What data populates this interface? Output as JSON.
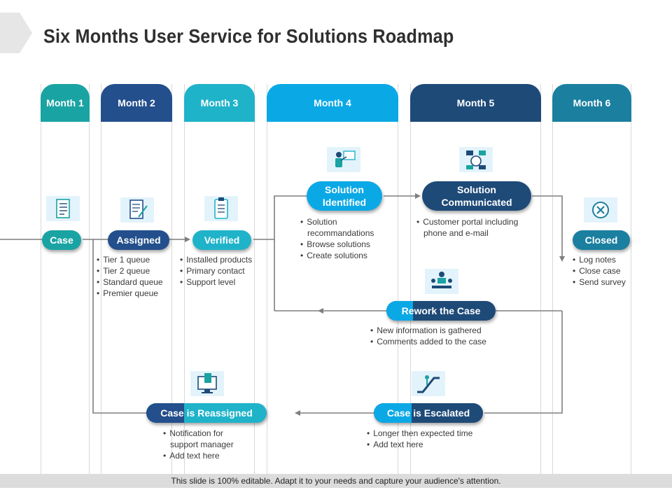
{
  "title": "Six Months User Service for Solutions Roadmap",
  "columns": [
    {
      "label": "Month 1",
      "color": "#1aa3a3"
    },
    {
      "label": "Month 2",
      "color": "#234f8c"
    },
    {
      "label": "Month 3",
      "color": "#1fb3c9"
    },
    {
      "label": "Month 4",
      "color": "#0ba8e6"
    },
    {
      "label": "Month 5",
      "color": "#1e4a78"
    },
    {
      "label": "Month 6",
      "color": "#1b7fa0"
    }
  ],
  "steps": {
    "case": "Case",
    "assigned": "Assigned",
    "verified": "Verified",
    "solution_identified": [
      "Solution",
      "Identified"
    ],
    "solution_communicated": [
      "Solution",
      "Communicated"
    ],
    "closed": "Closed",
    "rework": "Rework the Case",
    "reassigned": "Case is Reassigned",
    "escalated": "Case is Escalated"
  },
  "bullets": {
    "assigned": [
      "Tier 1 queue",
      "Tier 2 queue",
      "Standard queue",
      "Premier queue"
    ],
    "verified": [
      "Installed products",
      "Primary contact",
      "Support level"
    ],
    "solution_identified": [
      "Solution",
      "recommandations",
      "Browse solutions",
      "Create solutions"
    ],
    "solution_communicated": [
      "Customer portal including",
      "phone and e-mail"
    ],
    "closed": [
      "Log notes",
      "Close case",
      "Send survey"
    ],
    "rework": [
      "New information  is gathered",
      "Comments added to the case"
    ],
    "reassigned": [
      "Notification for",
      "support manager",
      "Add text here"
    ],
    "escalated": [
      "Longer then expected time",
      "Add text here"
    ]
  },
  "icons": {
    "case": "document-list-icon",
    "assigned": "signed-document-icon",
    "verified": "clipboard-checklist-icon",
    "solution_identified": "presenter-board-icon",
    "solution_communicated": "communication-network-icon",
    "closed": "close-circle-icon",
    "rework": "team-meeting-icon",
    "reassigned": "computer-document-icon",
    "escalated": "escalator-icon"
  },
  "colors": {
    "teal": "#1aa3a3",
    "navy": "#234f8c",
    "cyan": "#1fb3c9",
    "sky": "#0ba8e6",
    "dark_blue": "#1e4a78",
    "steel": "#1b7fa0",
    "line": "#7f7f7f"
  },
  "footer": "This slide is 100% editable. Adapt it to your needs and capture your audience's attention."
}
